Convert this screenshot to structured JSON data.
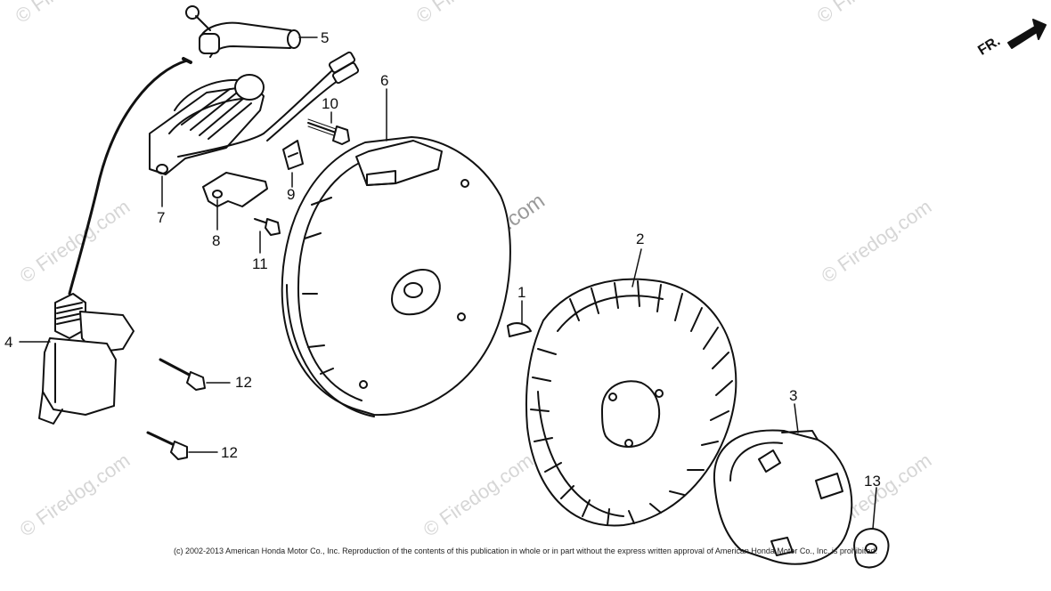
{
  "watermark": "© Firedog.com",
  "direction_label": "FR.",
  "copyright": "(c) 2002-2013 American Honda Motor Co., Inc. Reproduction of the contents of this publication in whole or in part without the express written approval of American Honda Motor Co., Inc. is prohibited.",
  "callouts": {
    "n1": "1",
    "n2": "2",
    "n3": "3",
    "n4": "4",
    "n5": "5",
    "n6": "6",
    "n7": "7",
    "n8": "8",
    "n9": "9",
    "n10": "10",
    "n11": "11",
    "n12a": "12",
    "n12b": "12",
    "n13": "13"
  },
  "colors": {
    "line": "#111111",
    "watermark": "#d6d6d6",
    "background": "#ffffff"
  }
}
